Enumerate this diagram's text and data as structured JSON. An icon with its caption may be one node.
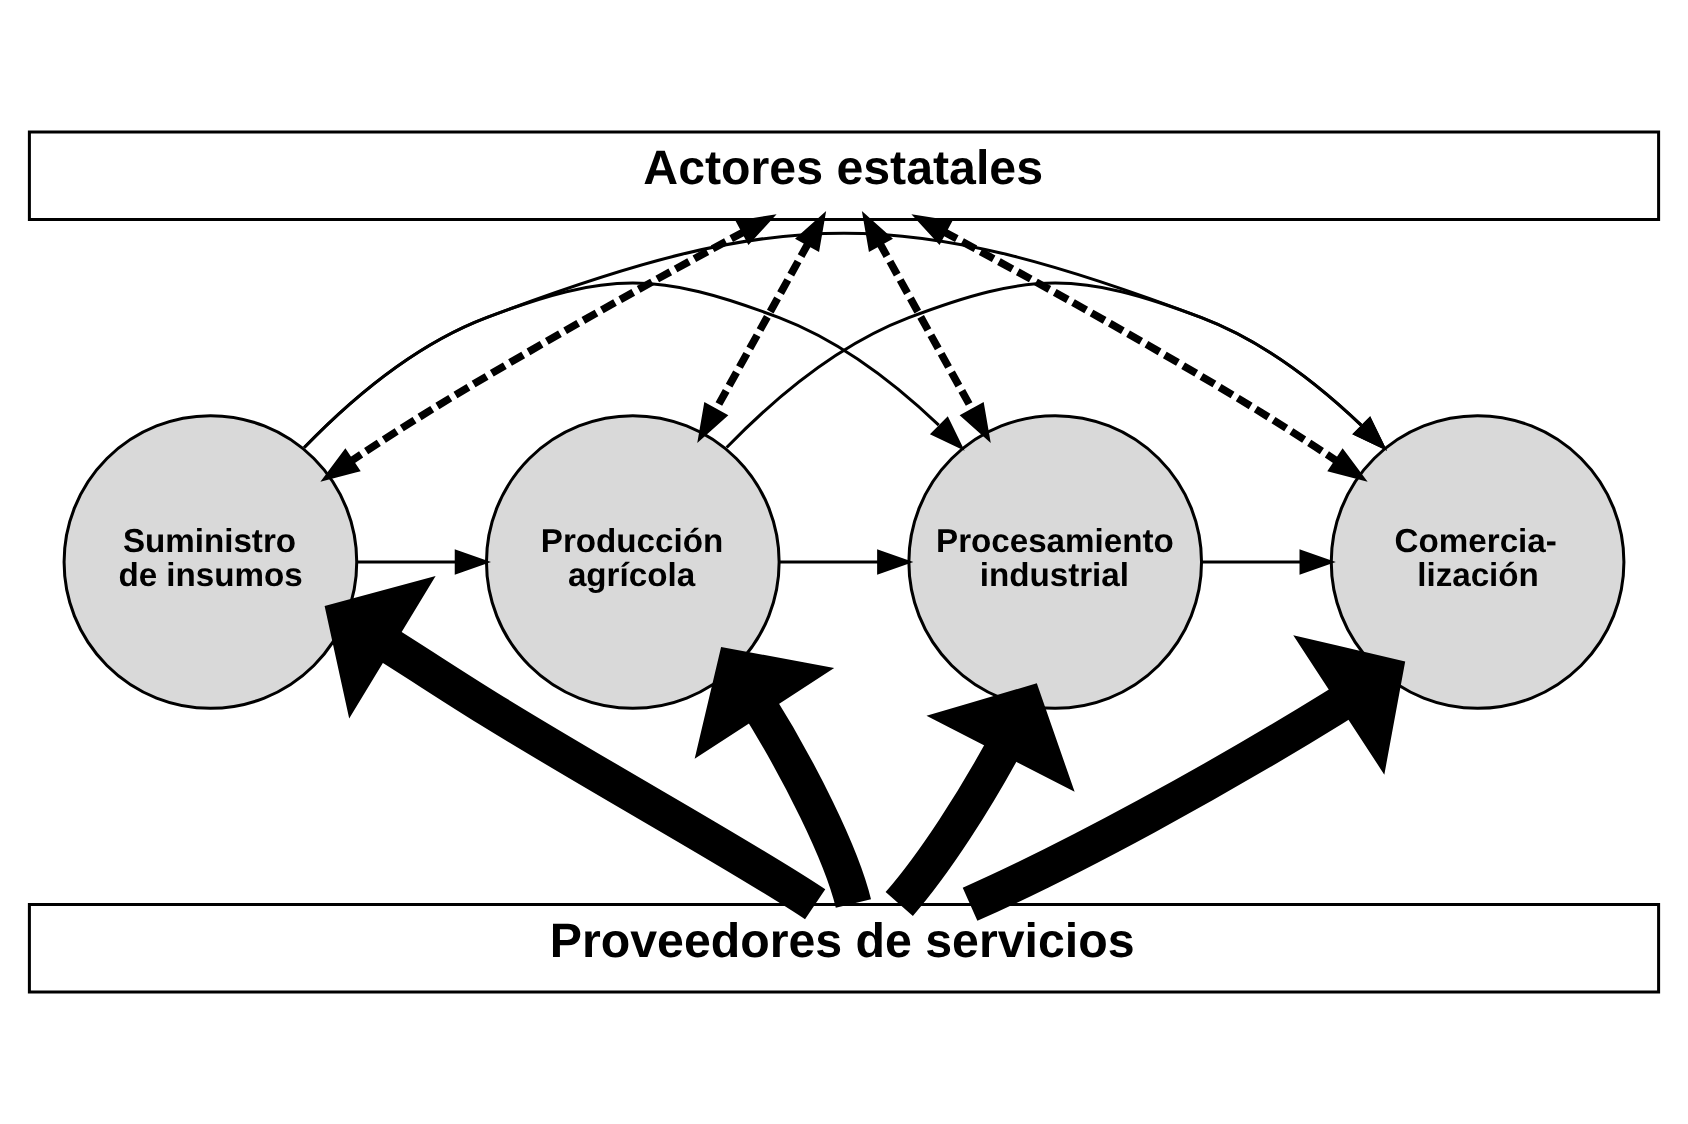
{
  "diagram": {
    "nodes": [
      {
        "text": [
          "Actores estatales"
        ]
      },
      {
        "text": [
          "Suministro de insumos"
        ]
      },
      {
        "text": [
          "Producción agrícola"
        ]
      },
      {
        "text": [
          "Procesamiento industrial"
        ]
      },
      {
        "text": [
          "Comercia- lización"
        ]
      },
      {
        "text": [
          "Proveedores de servicios"
        ]
      }
    ],
    "edges": [
      {
        "from": 0,
        "to": 1,
        "arrow": "both",
        "style": "dashed"
      },
      {
        "from": 0,
        "to": 2,
        "arrow": "both",
        "style": "dashed"
      },
      {
        "from": 0,
        "to": 3,
        "arrow": "both",
        "style": "dashed"
      },
      {
        "from": 0,
        "to": 4,
        "arrow": "both",
        "style": "dashed"
      },
      {
        "from": 1,
        "to": 4,
        "arrow": "to"
      },
      {
        "from": 1,
        "to": 3,
        "arrow": "to"
      },
      {
        "from": 1,
        "to": 2,
        "arrow": "to"
      },
      {
        "from": 2,
        "to": 3,
        "arrow": "to"
      },
      {
        "from": 3,
        "to": 4,
        "arrow": "to"
      },
      {
        "from": 2,
        "to": 4,
        "arrow": "to"
      },
      {
        "from": 5,
        "to": 1,
        "arrow": "to",
        "style": "thick"
      },
      {
        "from": 5,
        "to": 2,
        "arrow": "to",
        "style": "thick"
      },
      {
        "from": 5,
        "to": 3,
        "arrow": "to",
        "style": "thick"
      },
      {
        "from": 5,
        "to": 4,
        "arrow": "to",
        "style": "thick"
      }
    ]
  }
}
